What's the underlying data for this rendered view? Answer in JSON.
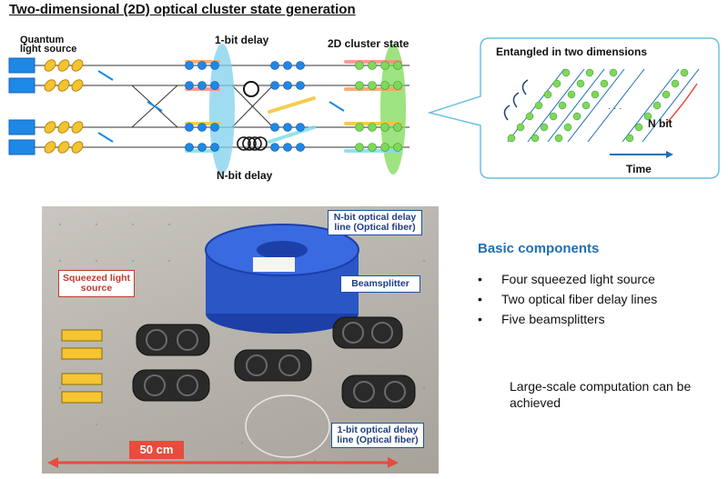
{
  "title": "Two-dimensional (2D) optical cluster state generation",
  "diagram": {
    "source_label": "Quantum light source",
    "one_bit_delay_label": "1-bit delay",
    "n_bit_delay_label": "N-bit delay",
    "cluster_label": "2D cluster state"
  },
  "bubble": {
    "heading": "Entangled in two dimensions",
    "ellipsis": "· · ·",
    "n_bit_label": "N bit",
    "time_label": "Time"
  },
  "photo": {
    "callout_fiber_n": "N-bit optical delay line (Optical fiber)",
    "callout_beamsplitter": "Beamsplitter",
    "callout_squeezed": "Squeezed light source",
    "callout_fiber_1": "1-bit optical delay line (Optical fiber)",
    "scale": "50 cm"
  },
  "components": {
    "heading": "Basic components",
    "bullet": "•",
    "items": [
      {
        "label": "Four squeezed light source"
      },
      {
        "label": "Two optical fiber delay lines"
      },
      {
        "label": "Five beamsplitters"
      }
    ],
    "conclusion": "Large-scale computation can be achieved"
  },
  "colors": {
    "accent_blue": "#1f6fb5",
    "highlight_cyan": "#7fd0ee",
    "highlight_green": "#7ed957",
    "scale_red": "#e74c3c"
  }
}
